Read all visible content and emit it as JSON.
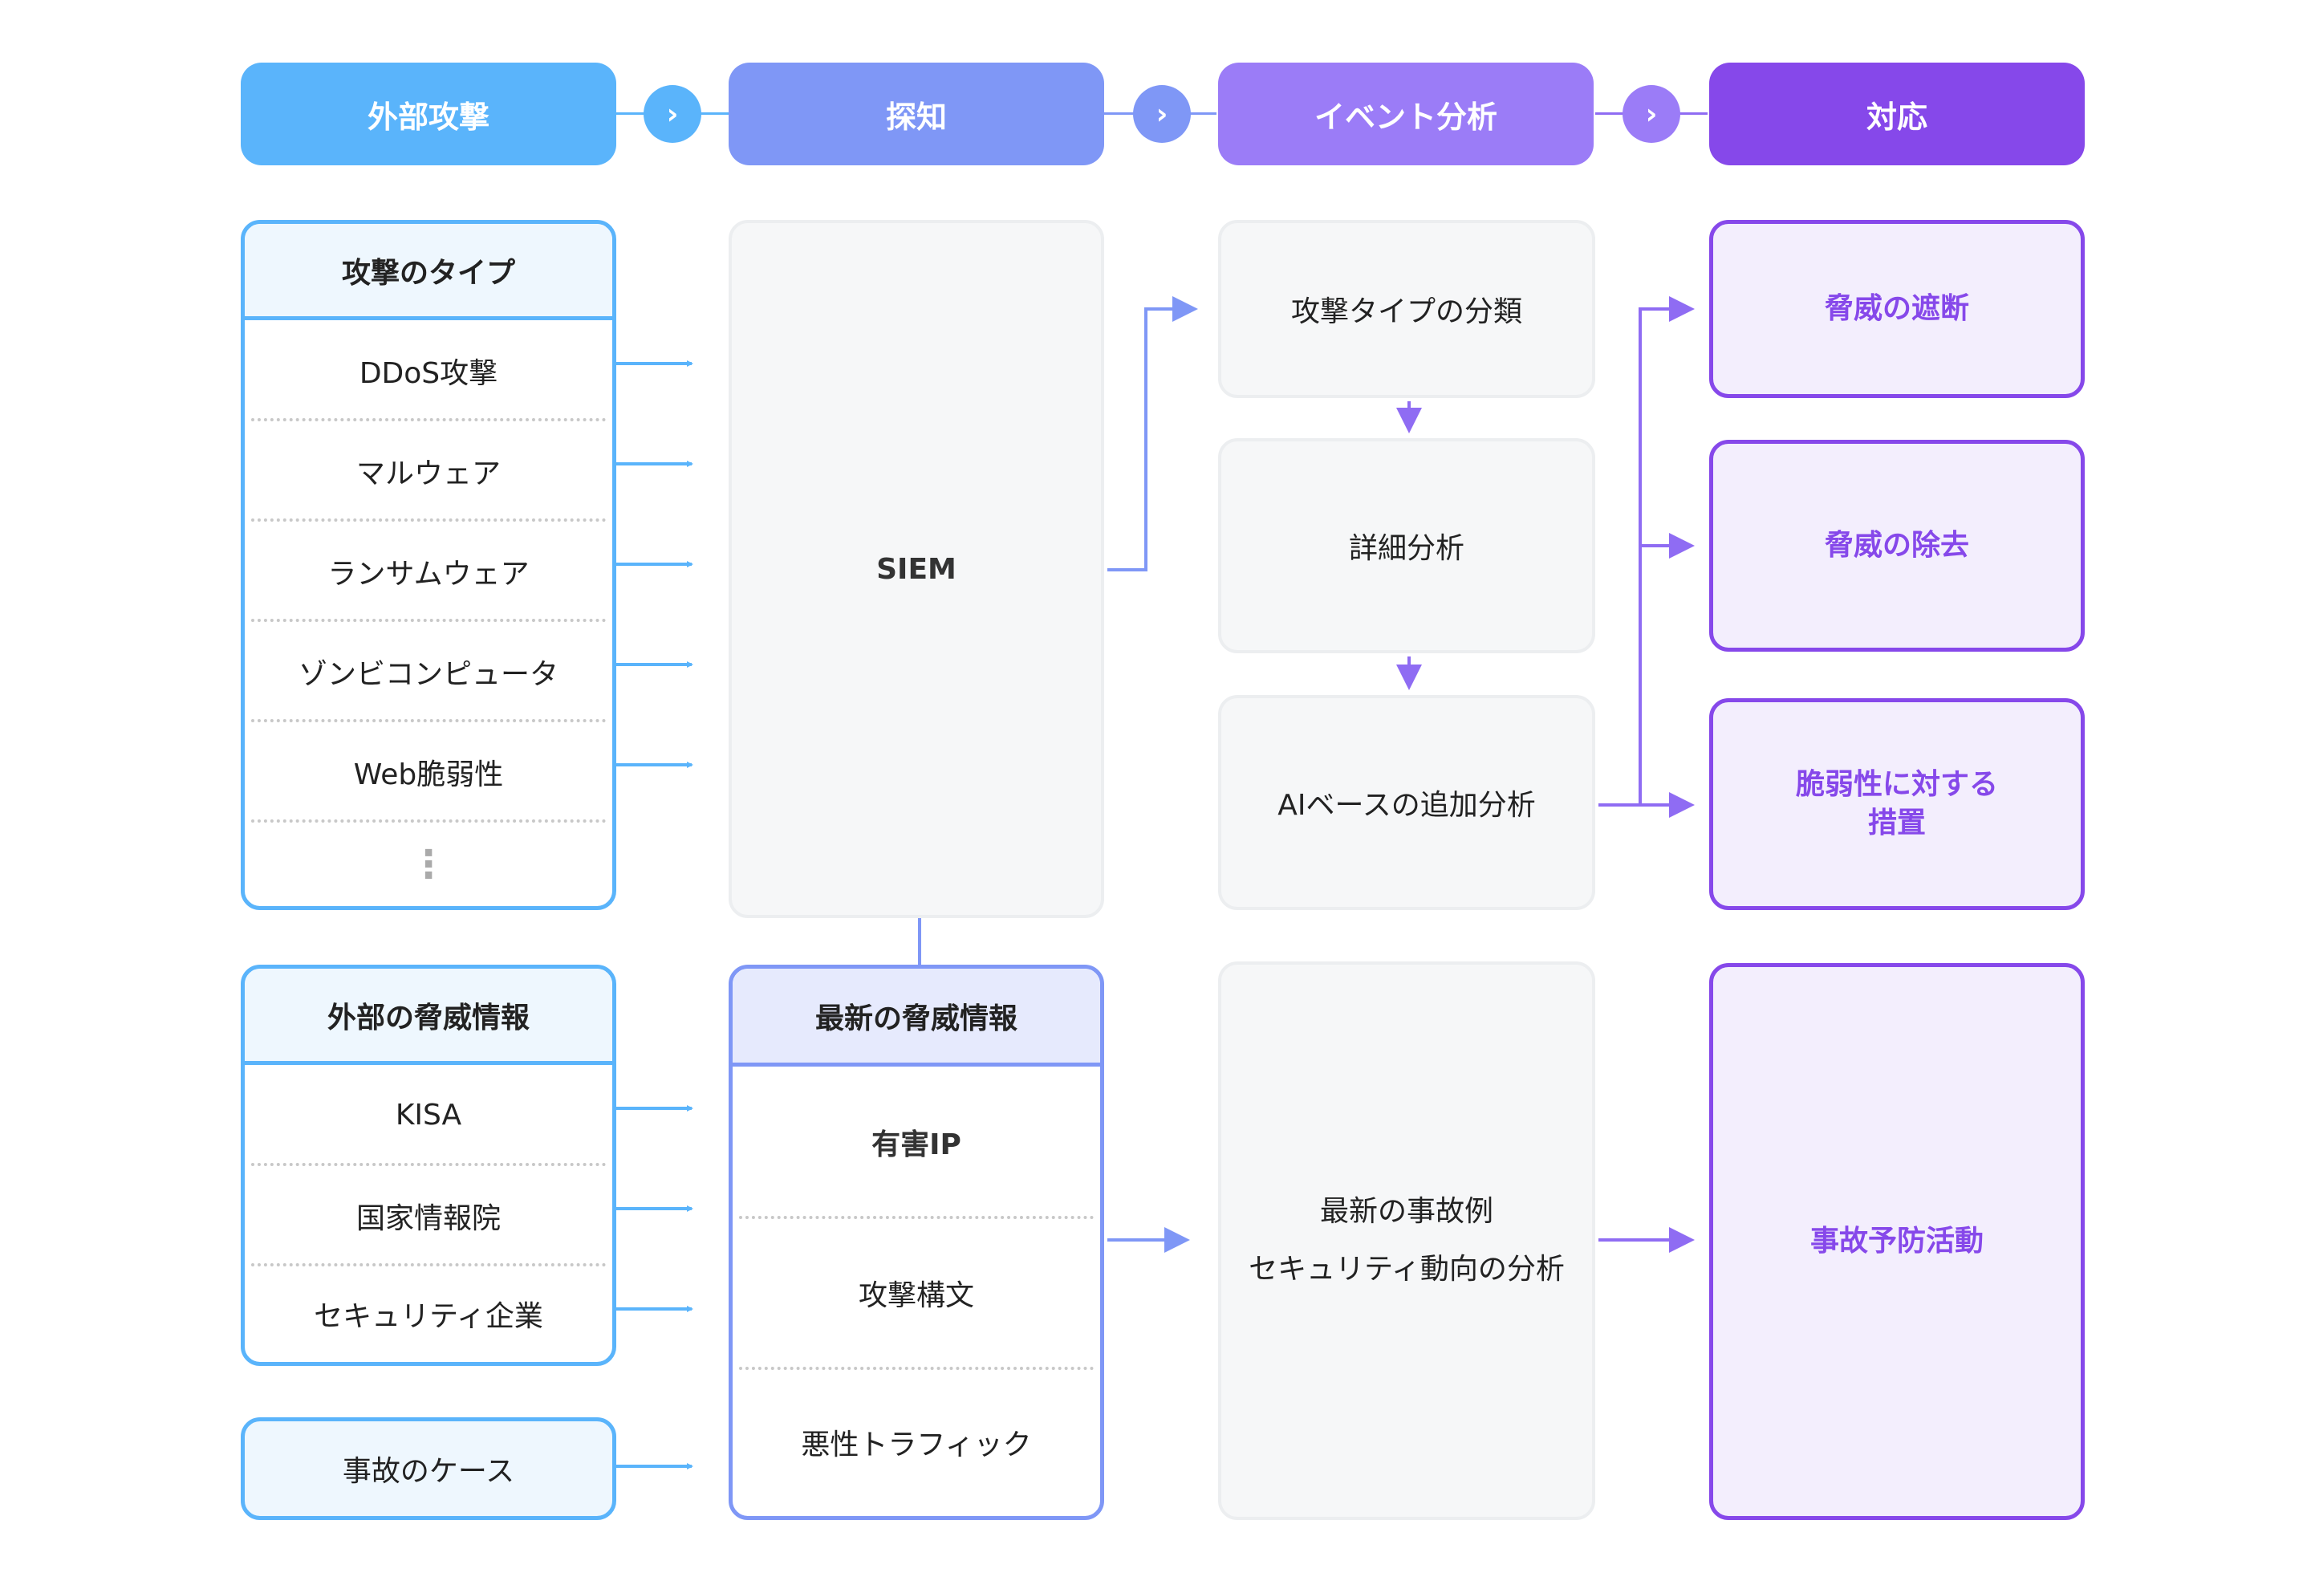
{
  "stages": [
    "外部攻撃",
    "探知",
    "イベント分析",
    "対応"
  ],
  "stage_chevron": "›",
  "attack_types": {
    "title": "攻撃のタイプ",
    "items": [
      "DDoS攻撃",
      "マルウェア",
      "ランサムウェア",
      "ゾンビコンピュータ",
      "Web脆弱性"
    ],
    "more": "⋮"
  },
  "external_intel": {
    "title": "外部の脅威情報",
    "items": [
      "KISA",
      "国家情報院",
      "セキュリティ企業"
    ]
  },
  "incident_cases": "事故のケース",
  "siem": "SIEM",
  "latest_intel": {
    "title": "最新の脅威情報",
    "items": [
      "有害IP",
      "攻撃構文",
      "悪性トラフィック"
    ]
  },
  "analysis": {
    "classify": "攻撃タイプの分類",
    "detail": "詳細分析",
    "ai": "AIベースの追加分析",
    "trend_line1": "最新の事故例",
    "trend_line2": "セキュリティ動向の分析"
  },
  "response": {
    "block": "脅威の遮断",
    "remove": "脅威の除去",
    "vuln_line1": "脆弱性に対する",
    "vuln_line2": "措置",
    "prevent": "事故予防活動"
  },
  "colors": {
    "stage1": "#5ab4fb",
    "stage2": "#7f97f6",
    "stage3": "#9b7cf7",
    "stage4": "#8648ea"
  }
}
